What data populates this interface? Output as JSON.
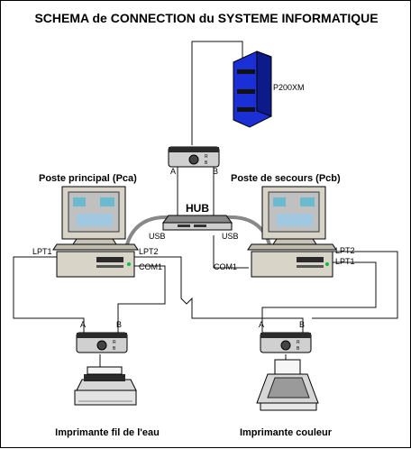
{
  "title": "SCHEMA de CONNECTION du SYSTEME INFORMATIQUE",
  "devices": {
    "server": {
      "label": "P200XM"
    },
    "hub": {
      "label": "HUB"
    },
    "pc_main": {
      "label": "Poste principal (Pca)"
    },
    "pc_backup": {
      "label": "Poste de secours (Pcb)"
    },
    "printer_left": {
      "label": "Imprimante fil de l'eau"
    },
    "printer_right": {
      "label": "Imprimante couleur"
    },
    "switch_box": {
      "port_a": "A",
      "port_b": "B"
    }
  },
  "ports": {
    "usb": "USB",
    "lpt1": "LPT1",
    "lpt2": "LPT2",
    "com1": "COM1"
  },
  "colors": {
    "server_blue": "#1a2fd6",
    "monitor_beige": "#d8d4c8",
    "screen_bg": "#c0c0c0",
    "box_dark": "#2a2a2a"
  }
}
